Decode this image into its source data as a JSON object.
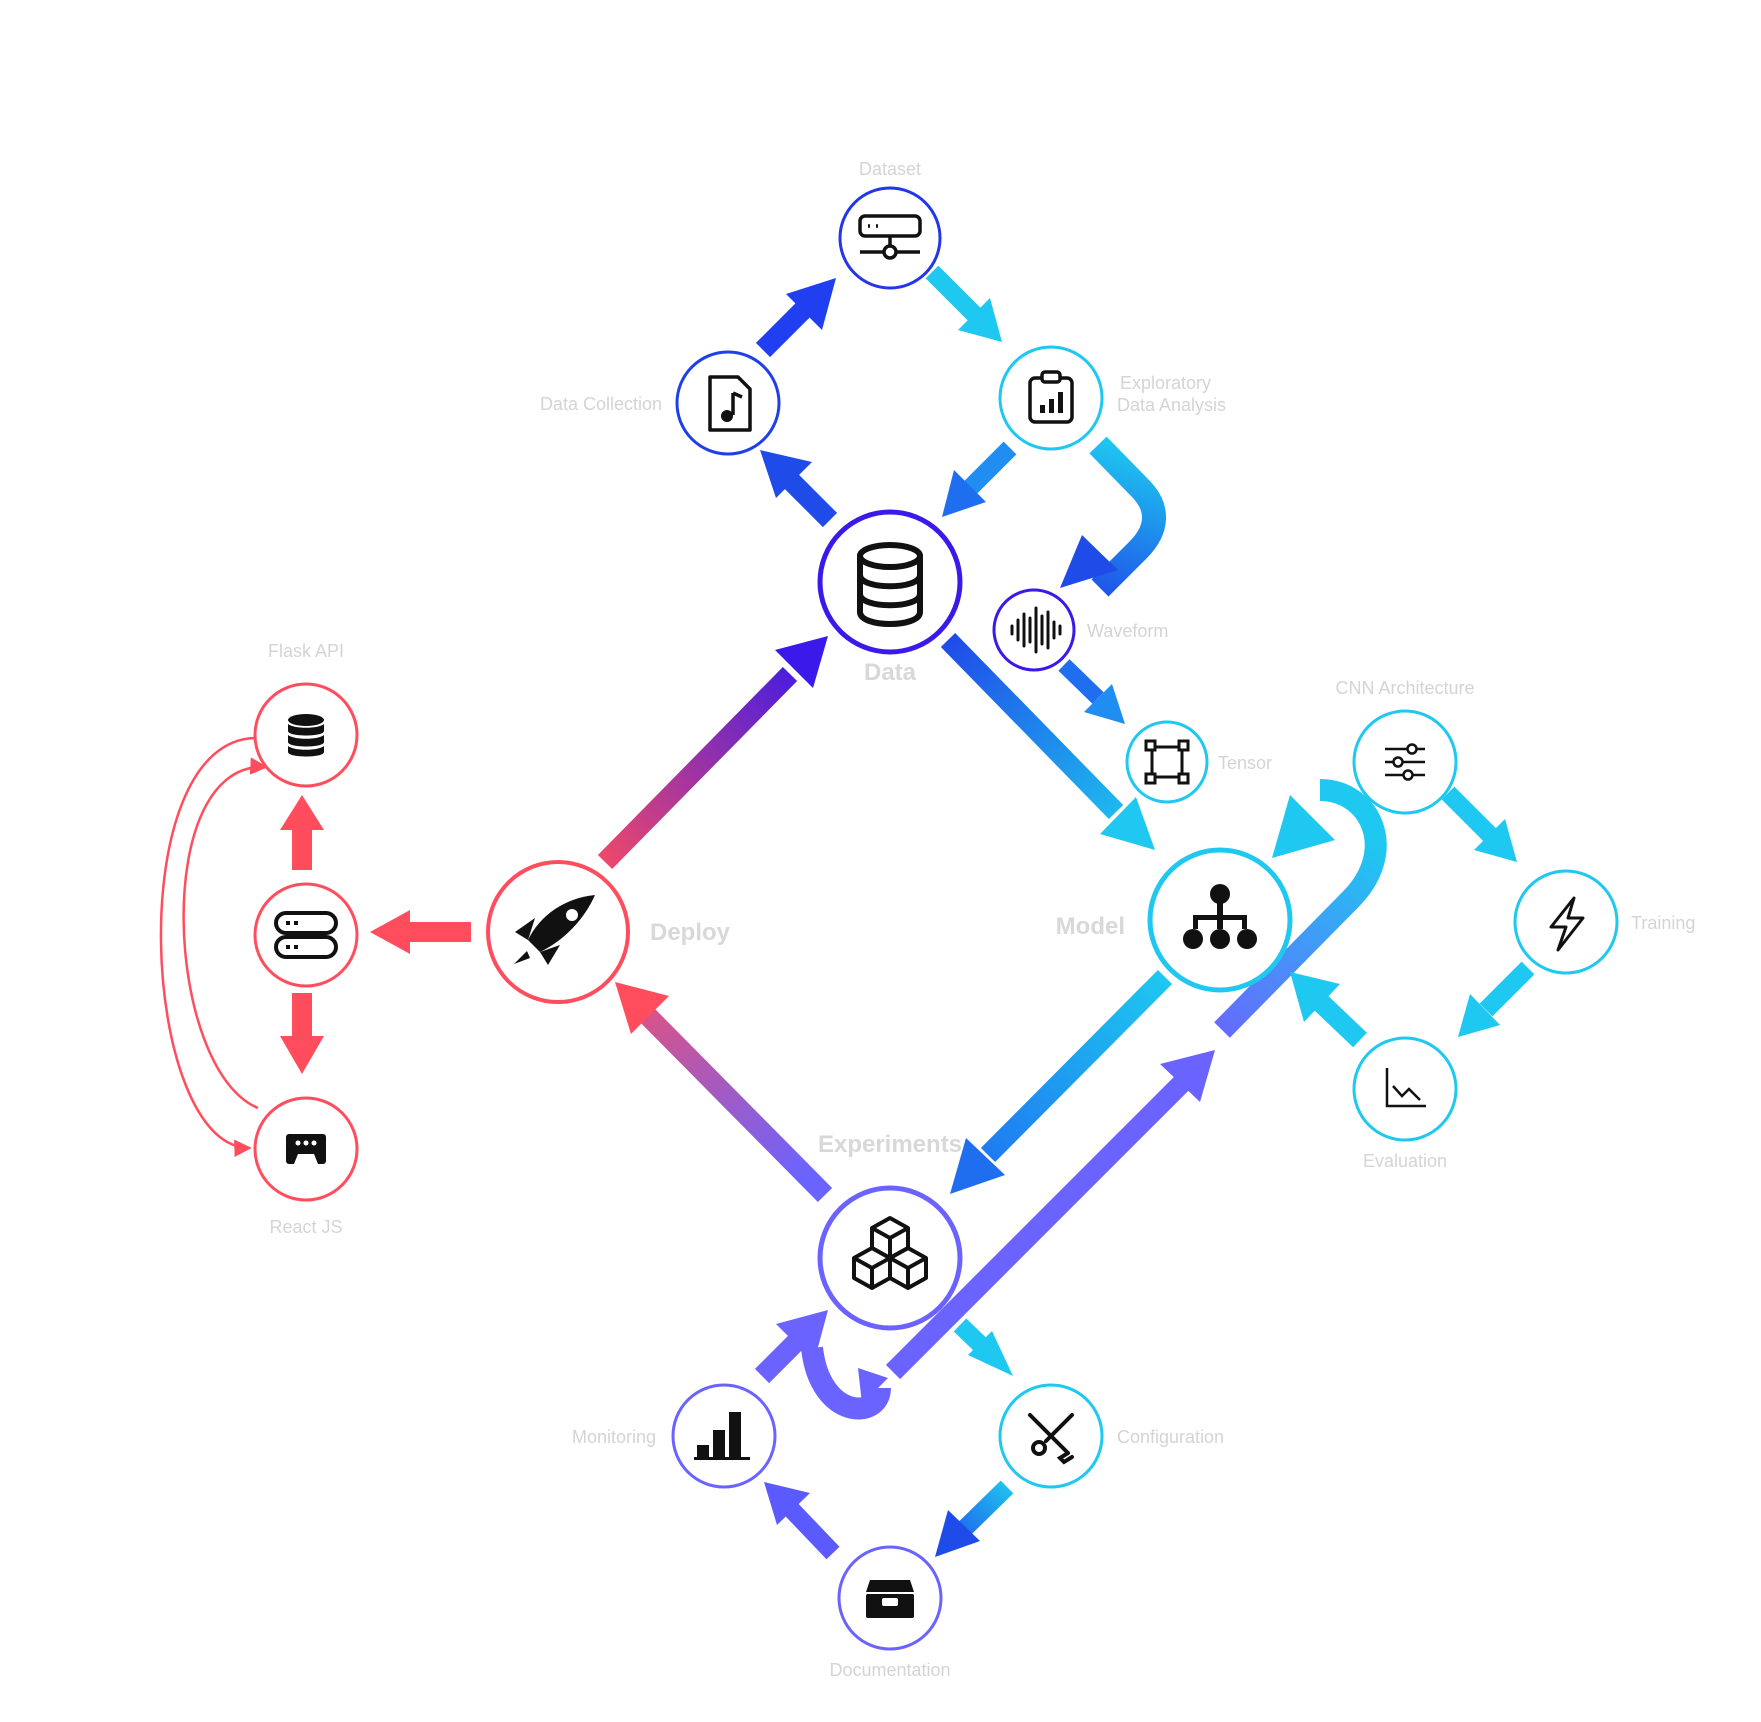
{
  "hubs": {
    "data": {
      "label": "Data",
      "icon": "database-icon",
      "color": "#3a19ea"
    },
    "deploy": {
      "label": "Deploy",
      "icon": "rocket-icon",
      "color": "#ff4d5e"
    },
    "model": {
      "label": "Model",
      "icon": "sitemap-icon",
      "color": "#1ec8f0"
    },
    "experiments": {
      "label": "Experiments",
      "icon": "cubes-icon",
      "color": "#6b63ff"
    }
  },
  "nodes": {
    "dataset": {
      "label": "Dataset",
      "icon": "server-network-icon"
    },
    "data_collection": {
      "label": "Data Collection",
      "icon": "audio-file-icon"
    },
    "eda": {
      "label_line1": "Exploratory",
      "label_line2": "Data Analysis",
      "icon": "clipboard-chart-icon"
    },
    "waveform": {
      "label": "Waveform",
      "icon": "waveform-icon"
    },
    "tensor": {
      "label": "Tensor",
      "icon": "vector-square-icon"
    },
    "cnn": {
      "label": "CNN Architecture",
      "icon": "sliders-icon"
    },
    "training": {
      "label": "Training",
      "icon": "lightning-icon"
    },
    "evaluation": {
      "label": "Evaluation",
      "icon": "line-chart-icon"
    },
    "flask": {
      "label": "Flask API",
      "icon": "database-icon"
    },
    "servers": {
      "icon": "servers-icon"
    },
    "react": {
      "label": "React JS",
      "icon": "cassette-icon"
    },
    "monitoring": {
      "label": "Monitoring",
      "icon": "bar-chart-icon"
    },
    "configuration": {
      "label": "Configuration",
      "icon": "tools-icon"
    },
    "documentation": {
      "label": "Documentation",
      "icon": "archive-box-icon"
    }
  },
  "colors": {
    "red": "#ff4d5e",
    "indigo": "#3a19ea",
    "blue": "#1f4ce8",
    "cyan": "#1ec8f0",
    "violet": "#6b63ff",
    "label_gray": "#d4d4d4"
  }
}
